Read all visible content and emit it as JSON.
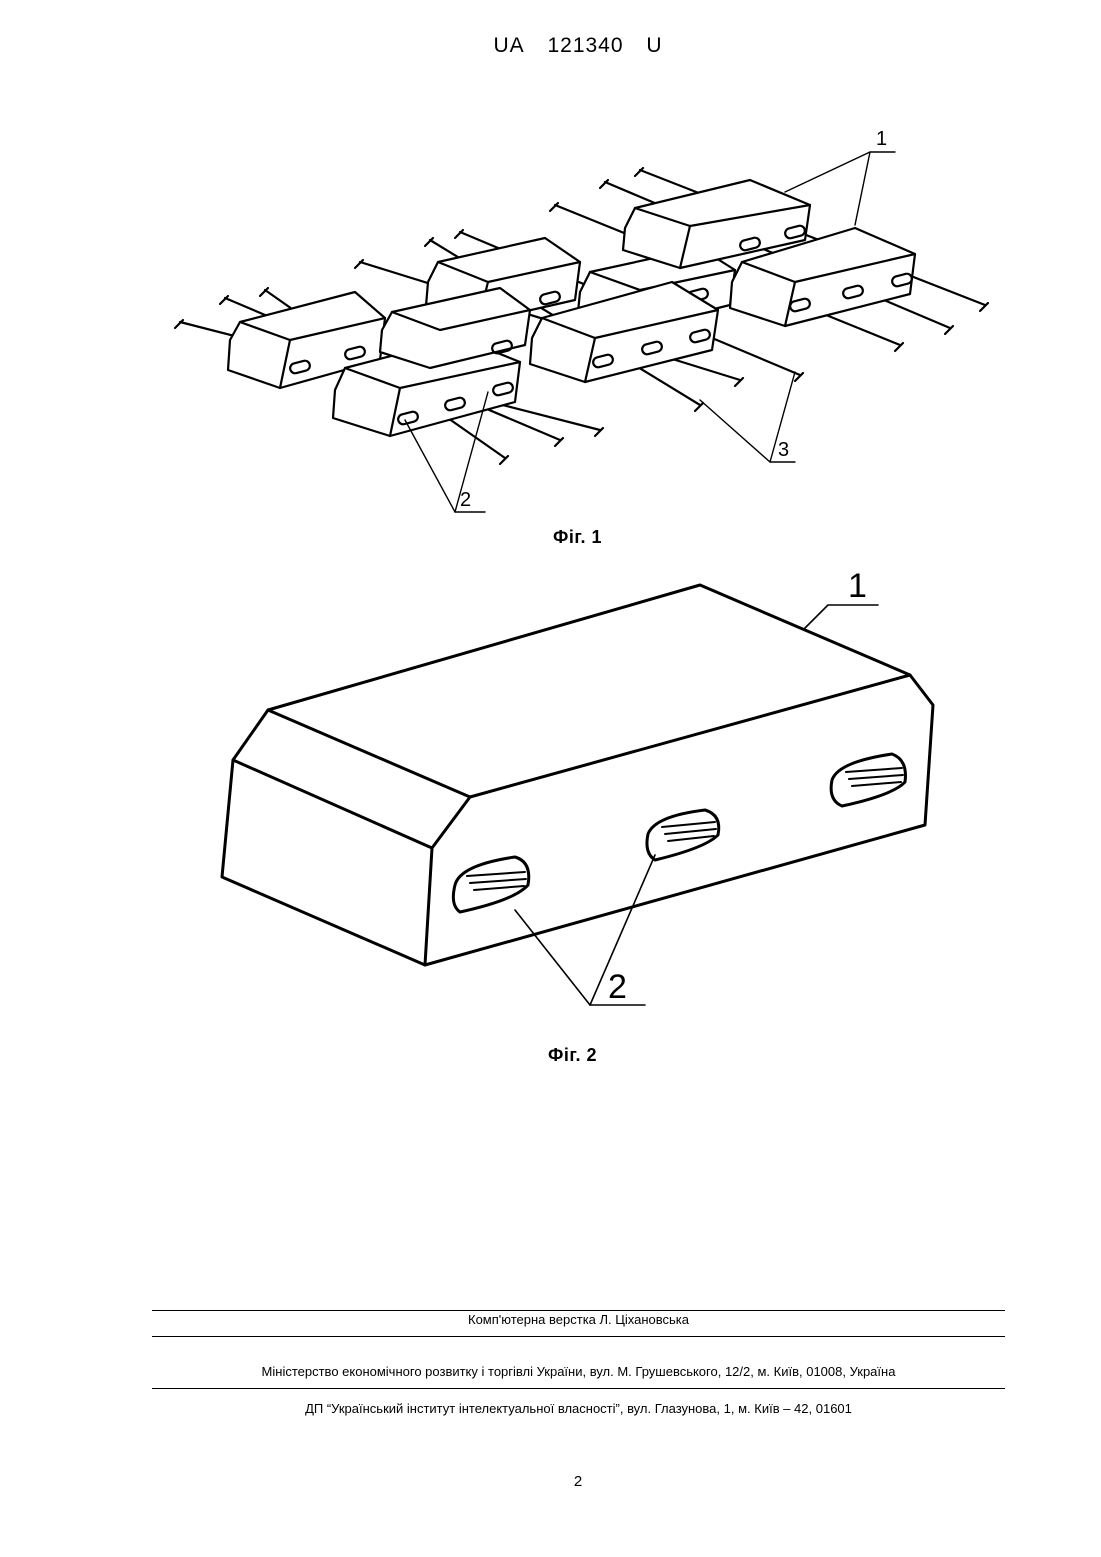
{
  "header": {
    "country": "UA",
    "number": "121340",
    "kind": "U"
  },
  "figures": [
    {
      "caption": "Фіг. 1",
      "labels": [
        "1",
        "2",
        "3"
      ]
    },
    {
      "caption": "Фіг. 2",
      "labels": [
        "1",
        "2"
      ]
    }
  ],
  "footer": {
    "layout_credit": "Комп'ютерна верстка Л. Ціхановська",
    "ministry": "Міністерство економічного розвитку і торгівлі України, вул. М. Грушевського, 12/2, м. Київ, 01008, Україна",
    "institute": "ДП “Український інститут інтелектуальної власності”, вул. Глазунова, 1, м. Київ – 42, 01601"
  },
  "page_number": "2"
}
